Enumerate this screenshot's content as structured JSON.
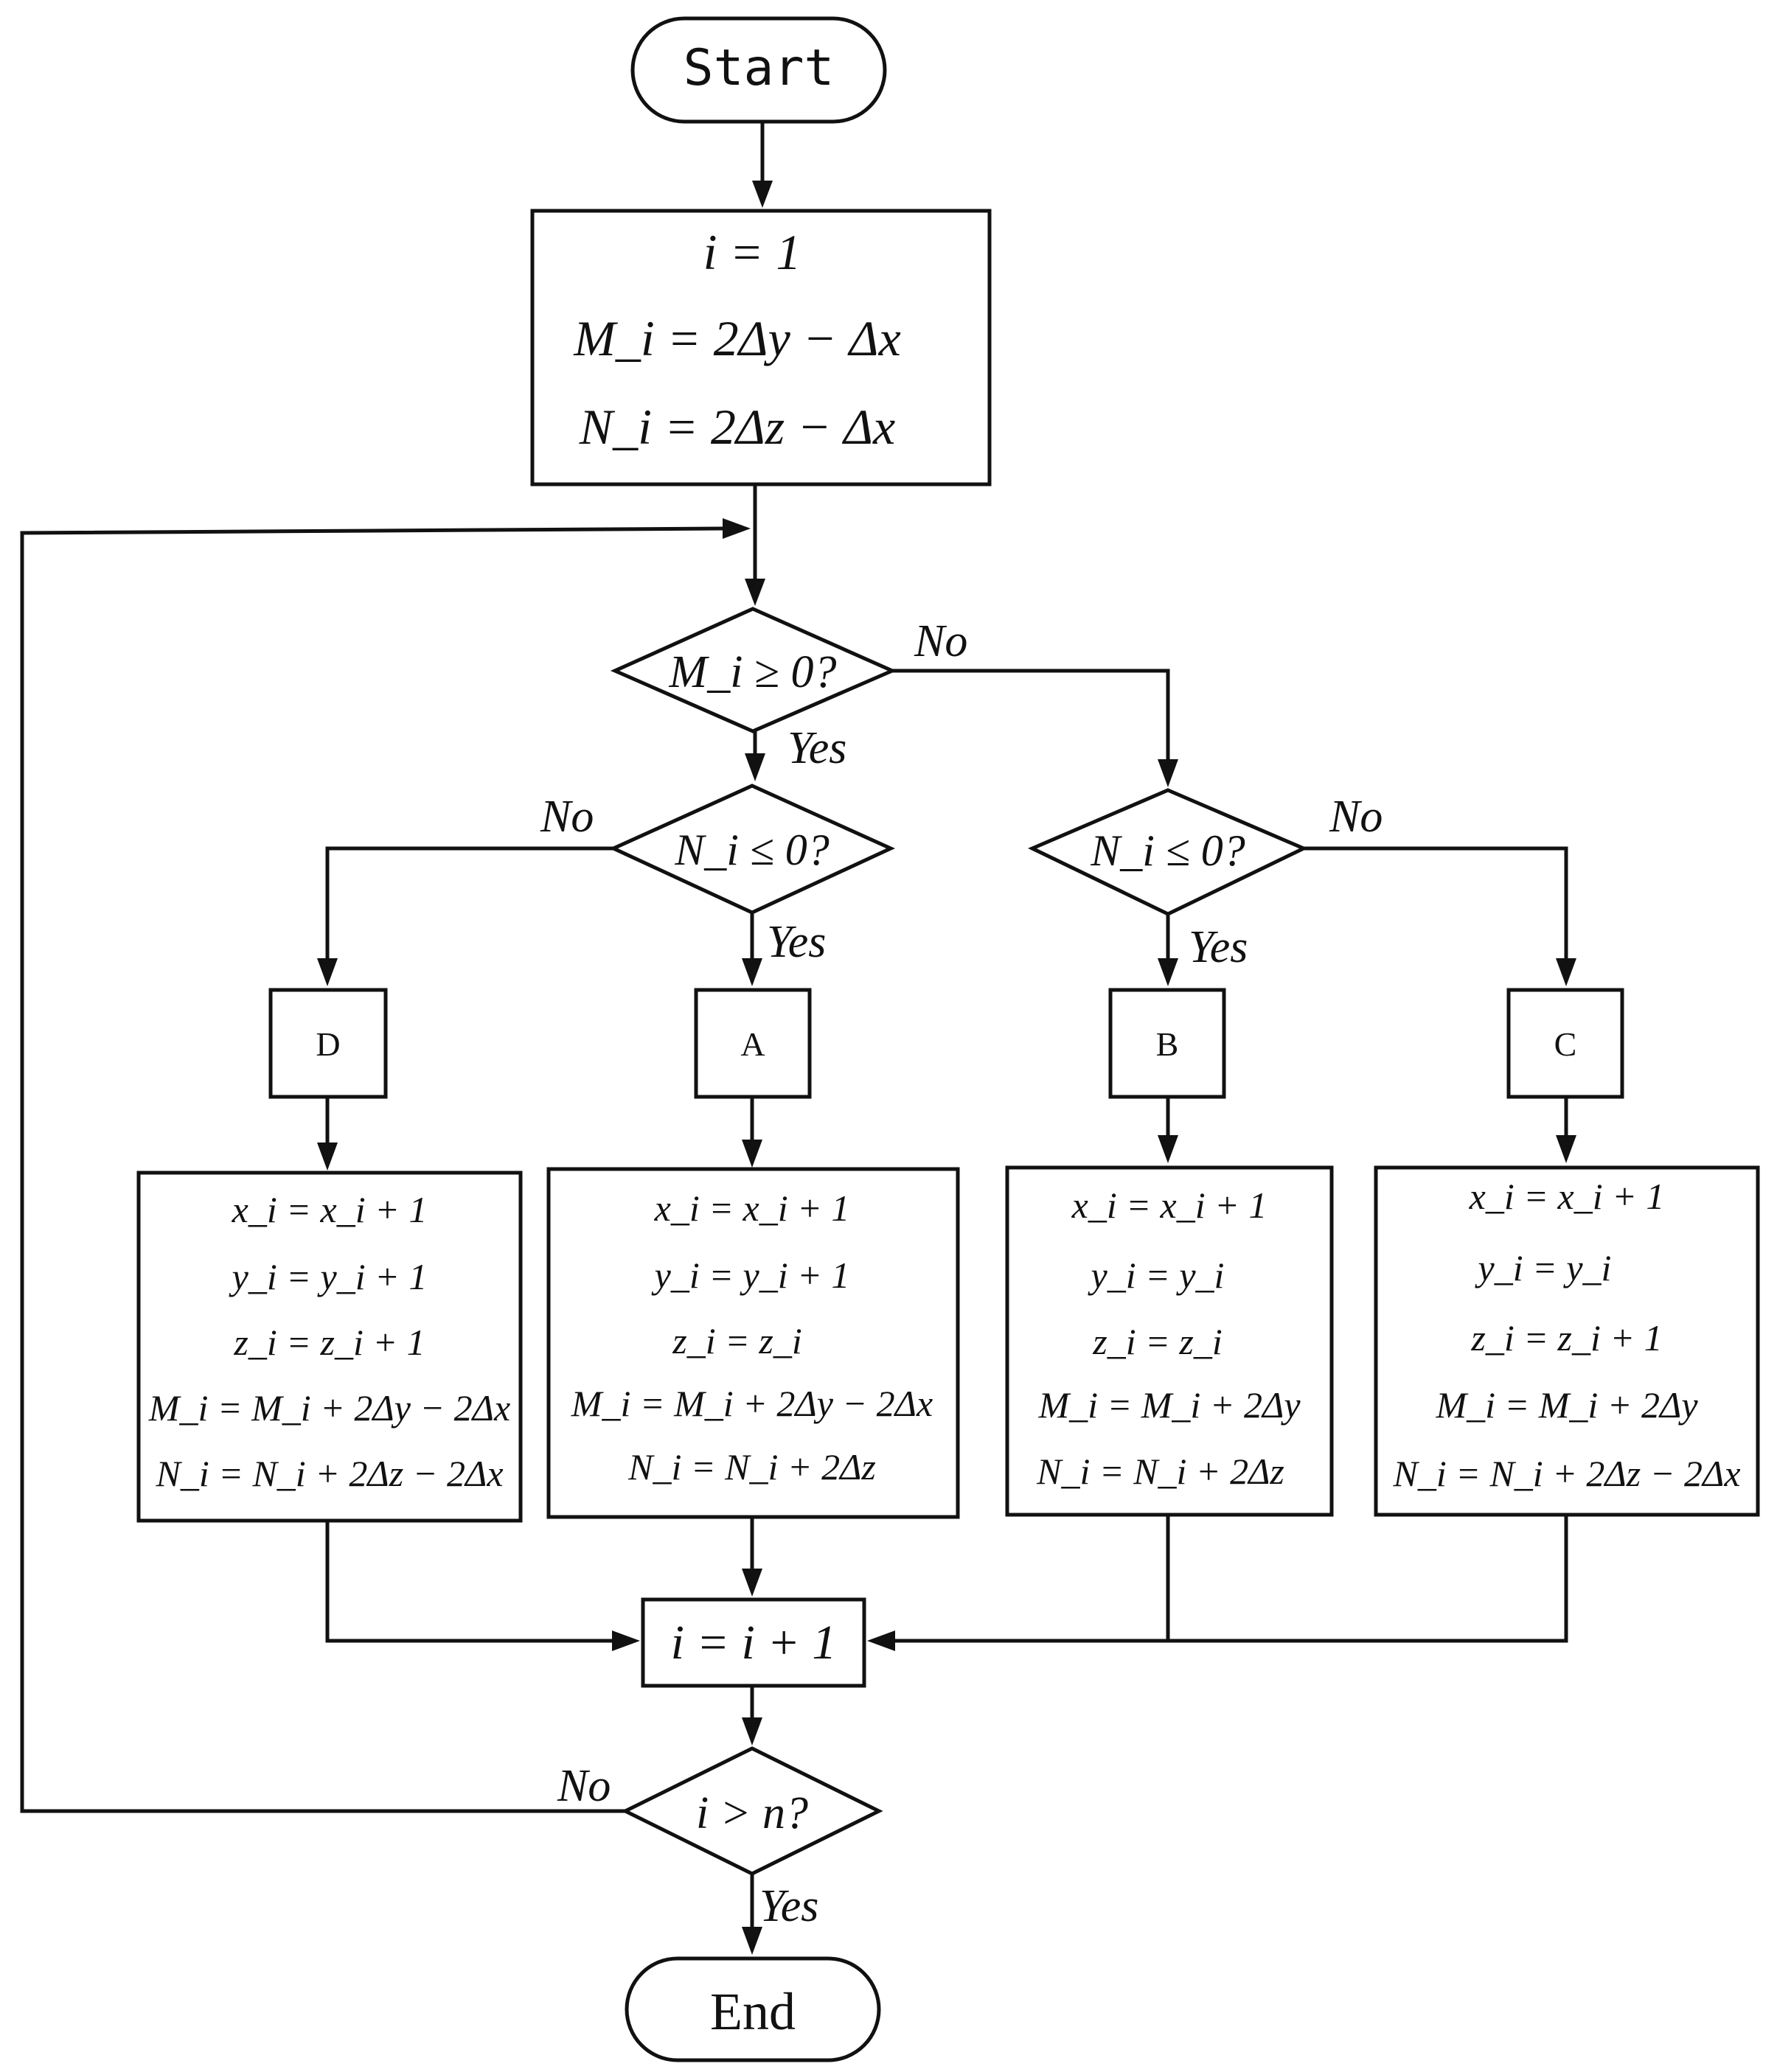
{
  "start": "Start",
  "end": "End",
  "init": [
    "i = 1",
    "M_i = 2Δy − Δx",
    "N_i = 2Δz − Δx"
  ],
  "decisions": {
    "m_check": "M_i ≥ 0?",
    "n_check_left": "N_i ≤ 0?",
    "n_check_right": "N_i ≤ 0?",
    "loop_check": "i > n?"
  },
  "branch_labels": {
    "yes": "Yes",
    "no": "No"
  },
  "cases": {
    "D": {
      "label": "D",
      "updates": [
        "x_i = x_i + 1",
        "y_i = y_i + 1",
        "z_i = z_i + 1",
        "M_i = M_i + 2Δy − 2Δx",
        "N_i = N_i + 2Δz − 2Δx"
      ]
    },
    "A": {
      "label": "A",
      "updates": [
        "x_i = x_i + 1",
        "y_i = y_i + 1",
        "z_i = z_i",
        "M_i = M_i + 2Δy − 2Δx",
        "N_i = N_i + 2Δz"
      ]
    },
    "B": {
      "label": "B",
      "updates": [
        "x_i = x_i + 1",
        "y_i = y_i",
        "z_i = z_i",
        "M_i = M_i + 2Δy",
        "N_i = N_i + 2Δz"
      ]
    },
    "C": {
      "label": "C",
      "updates": [
        "x_i = x_i + 1",
        "y_i = y_i",
        "z_i = z_i + 1",
        "M_i = M_i + 2Δy",
        "N_i = N_i + 2Δz − 2Δx"
      ]
    }
  },
  "increment": "i = i + 1"
}
